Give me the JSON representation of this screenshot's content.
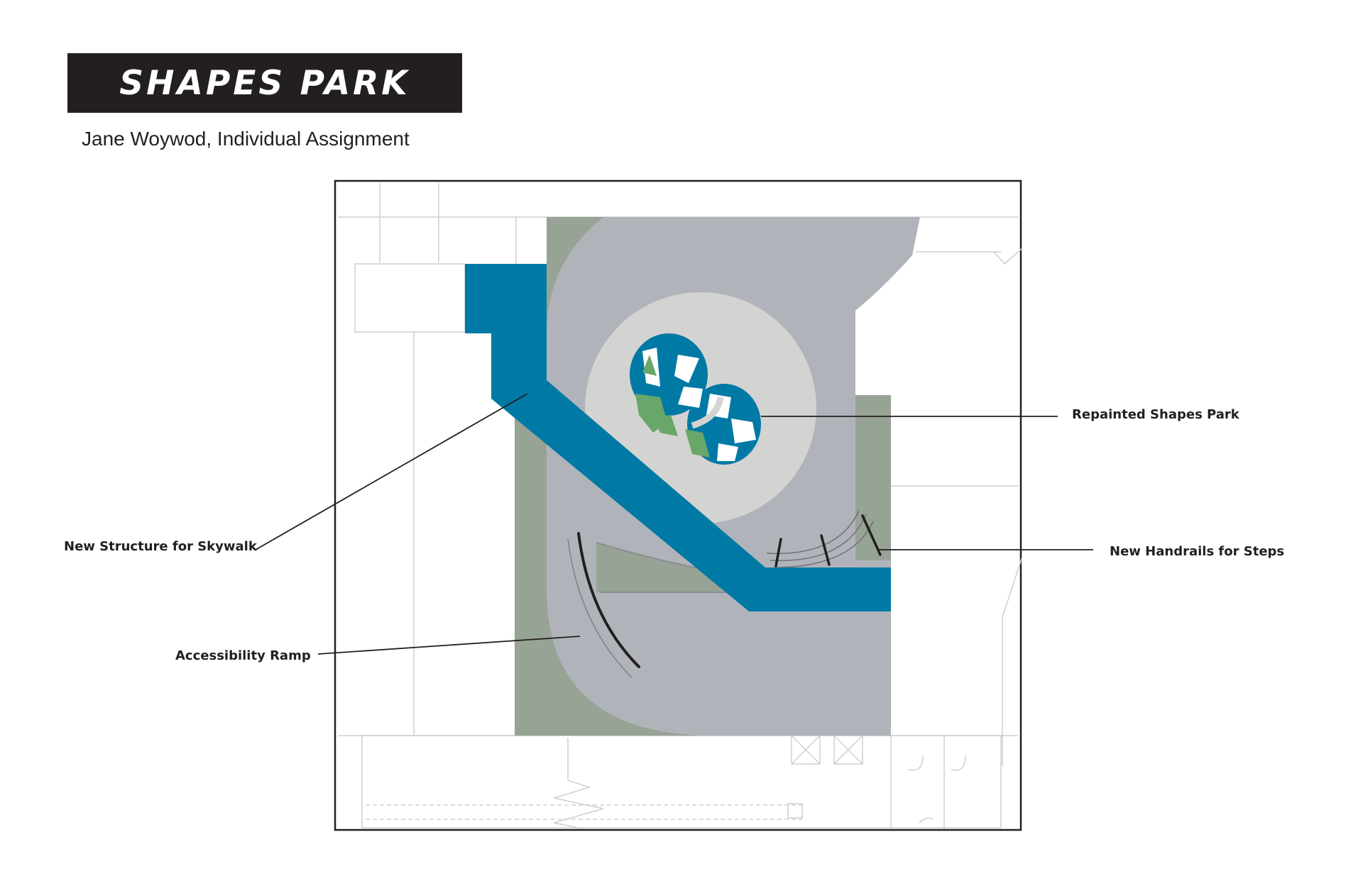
{
  "header": {
    "title": "SHAPES PARK",
    "subtitle": "Jane Woywod, Individual Assignment"
  },
  "labels": {
    "repainted": "Repainted Shapes Park",
    "skywalk": "New Structure for Skywalk",
    "handrails": "New Handrails for Steps",
    "ramp": "Accessibility Ramp"
  },
  "colors": {
    "blue": "#007aa5",
    "green": "#97a395",
    "gray": "#b0b4ba",
    "lightgray": "#d3d3d1",
    "paintgreen": "#69a66a",
    "frame": "#231f20"
  }
}
